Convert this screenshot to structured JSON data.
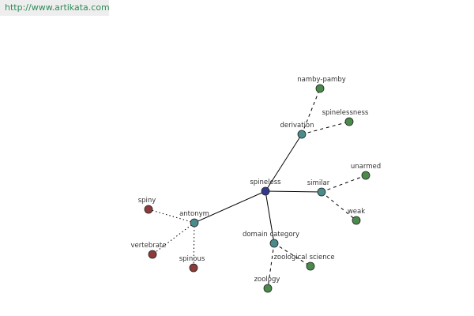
{
  "source_url": "http://www.artikata.com",
  "colors": {
    "center": "#333a8c",
    "relation": "#4a8c8c",
    "related": "#4a8a4a",
    "antonym_term": "#8c3a3a",
    "background_bar": "#eeeeee",
    "link": "#2e8b57"
  },
  "nodes": [
    {
      "id": "spineless",
      "label": "spineless",
      "kind": "center"
    },
    {
      "id": "derivation",
      "label": "derivation",
      "kind": "relation"
    },
    {
      "id": "similar",
      "label": "similar",
      "kind": "relation"
    },
    {
      "id": "antonym",
      "label": "antonym",
      "kind": "relation"
    },
    {
      "id": "domain-category",
      "label": "domain category",
      "kind": "relation"
    },
    {
      "id": "namby-pamby",
      "label": "namby-pamby",
      "kind": "related"
    },
    {
      "id": "spinelessness",
      "label": "spinelessness",
      "kind": "related"
    },
    {
      "id": "unarmed",
      "label": "unarmed",
      "kind": "related"
    },
    {
      "id": "weak",
      "label": "weak",
      "kind": "related"
    },
    {
      "id": "zoological-science",
      "label": "zoological science",
      "kind": "related"
    },
    {
      "id": "zoology",
      "label": "zoology",
      "kind": "related"
    },
    {
      "id": "spiny",
      "label": "spiny",
      "kind": "antonym_term"
    },
    {
      "id": "vertebrate",
      "label": "vertebrate",
      "kind": "antonym_term"
    },
    {
      "id": "spinous",
      "label": "spinous",
      "kind": "antonym_term"
    }
  ],
  "edges": [
    {
      "from": "spineless",
      "to": "derivation",
      "style": "solid"
    },
    {
      "from": "spineless",
      "to": "similar",
      "style": "solid"
    },
    {
      "from": "spineless",
      "to": "antonym",
      "style": "solid"
    },
    {
      "from": "spineless",
      "to": "domain-category",
      "style": "solid"
    },
    {
      "from": "derivation",
      "to": "namby-pamby",
      "style": "dashed"
    },
    {
      "from": "derivation",
      "to": "spinelessness",
      "style": "dashed"
    },
    {
      "from": "similar",
      "to": "unarmed",
      "style": "dashed"
    },
    {
      "from": "similar",
      "to": "weak",
      "style": "dashed"
    },
    {
      "from": "domain-category",
      "to": "zoological-science",
      "style": "dashed"
    },
    {
      "from": "domain-category",
      "to": "zoology",
      "style": "dashed"
    },
    {
      "from": "antonym",
      "to": "spiny",
      "style": "dotted"
    },
    {
      "from": "antonym",
      "to": "vertebrate",
      "style": "dotted"
    },
    {
      "from": "antonym",
      "to": "spinous",
      "style": "dotted"
    }
  ]
}
